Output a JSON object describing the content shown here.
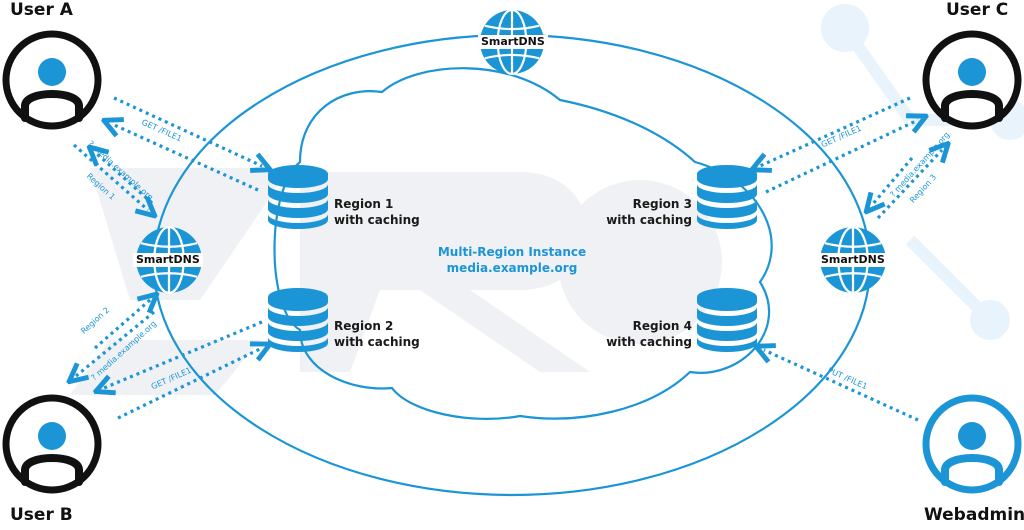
{
  "users": {
    "a": "User A",
    "b": "User B",
    "c": "User C",
    "webadmin": "Webadmin"
  },
  "smartdns": {
    "top": "SmartDNS",
    "left": "SmartDNS",
    "right": "SmartDNS"
  },
  "center": {
    "line1": "Multi-Region Instance",
    "line2": "media.example.org"
  },
  "regions": [
    {
      "line1": "Region 1",
      "line2": "with caching"
    },
    {
      "line1": "Region 2",
      "line2": "with caching"
    },
    {
      "line1": "Region 3",
      "line2": "with caching"
    },
    {
      "line1": "Region 4",
      "line2": "with caching"
    }
  ],
  "flows": {
    "a_get": "GET /FILE1",
    "a_query": "? media.example.org",
    "a_answer": "Region 1",
    "b_answer": "Region 2",
    "b_query": "? media.example.org",
    "b_get": "GET /FILE1",
    "c_get": "GET /FILE1",
    "c_query": "? media.example.org",
    "c_answer": "Region 3",
    "webadmin_put": "PUT /FILE1"
  },
  "colors": {
    "accent": "#1b95d6",
    "dark": "#111111",
    "watermark": "#f0f1f4",
    "node_light": "#e8f3fb"
  }
}
